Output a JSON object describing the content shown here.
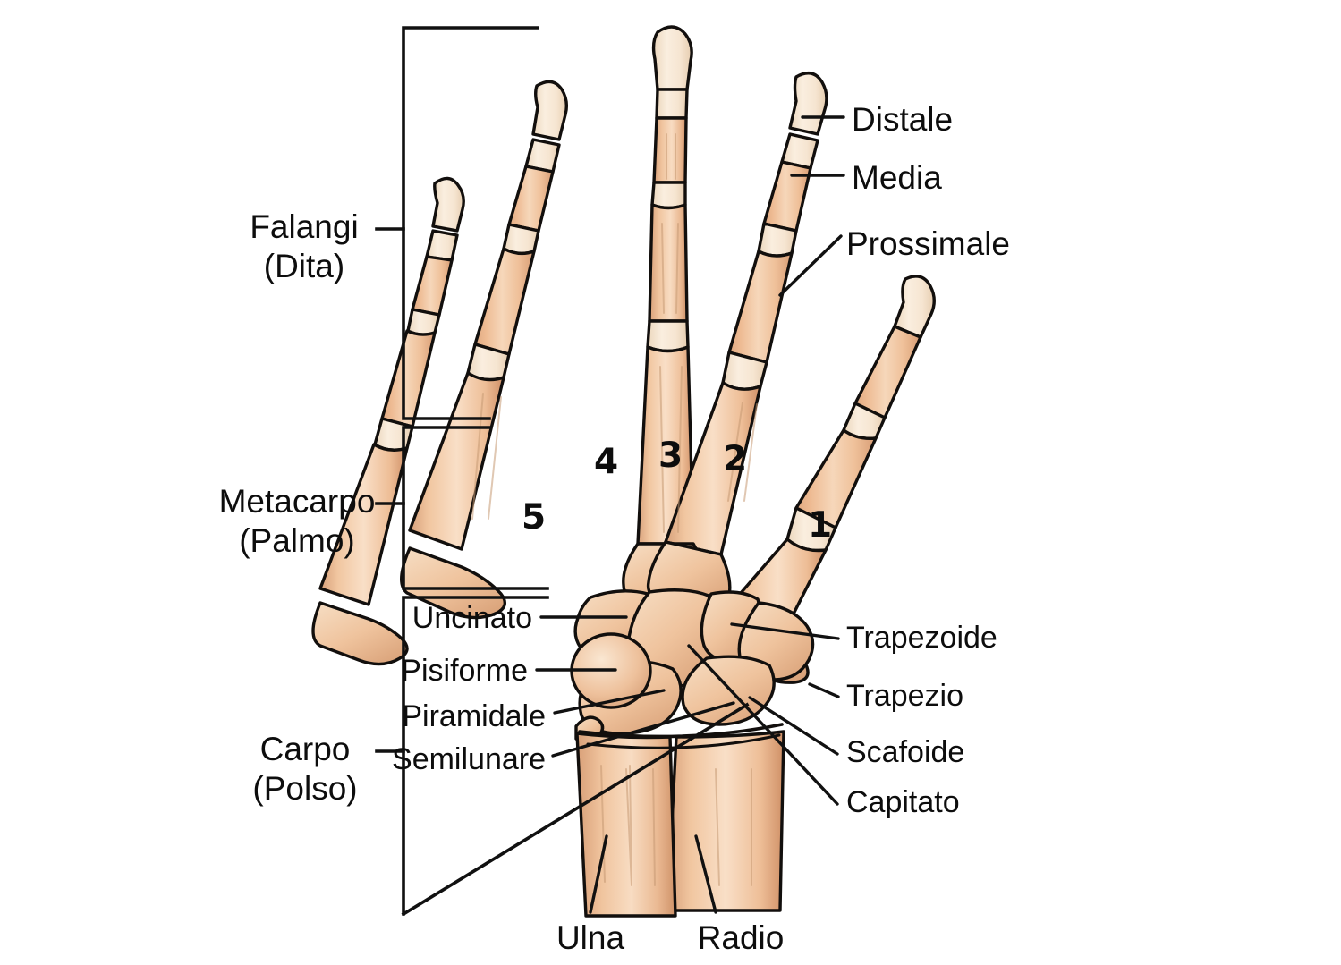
{
  "figure": {
    "title": "Ossa della mano (scheletro della mano, vista dorsale)",
    "language": "it",
    "background_color": "#ffffff",
    "bone_fill": "#efbe96",
    "bone_shadow": "#d9a078",
    "bone_cartilage": "#f7e9d7",
    "bone_outline": "#120f0d",
    "leader_color": "#111111",
    "text_color": "#0d0d0d"
  },
  "bracket_labels": [
    {
      "id": "falangi",
      "line1": "Falangi",
      "line2": "(Dita)"
    },
    {
      "id": "metacarpo",
      "line1": "Metacarpo",
      "line2": "(Palmo)"
    },
    {
      "id": "carpo",
      "line1": "Carpo",
      "line2": "(Polso)"
    }
  ],
  "phalanx_labels": [
    {
      "id": "distale",
      "text": "Distale"
    },
    {
      "id": "media",
      "text": "Media"
    },
    {
      "id": "prossimale",
      "text": "Prossimale"
    }
  ],
  "carpal_labels_left": [
    {
      "id": "uncinato",
      "text": "Uncinato"
    },
    {
      "id": "pisiforme",
      "text": "Pisiforme"
    },
    {
      "id": "piramidale",
      "text": "Piramidale"
    },
    {
      "id": "semilunare",
      "text": "Semilunare"
    }
  ],
  "carpal_labels_right": [
    {
      "id": "trapezoide",
      "text": "Trapezoide"
    },
    {
      "id": "trapezio",
      "text": "Trapezio"
    },
    {
      "id": "scafoide",
      "text": "Scafoide"
    },
    {
      "id": "capitato",
      "text": "Capitato"
    }
  ],
  "forearm_labels": [
    {
      "id": "ulna",
      "text": "Ulna"
    },
    {
      "id": "radio",
      "text": "Radio"
    }
  ],
  "metacarpal_numbers": [
    {
      "id": "mc5",
      "text": "5"
    },
    {
      "id": "mc4",
      "text": "4"
    },
    {
      "id": "mc3",
      "text": "3"
    },
    {
      "id": "mc2",
      "text": "2"
    },
    {
      "id": "mc1",
      "text": "1"
    }
  ]
}
